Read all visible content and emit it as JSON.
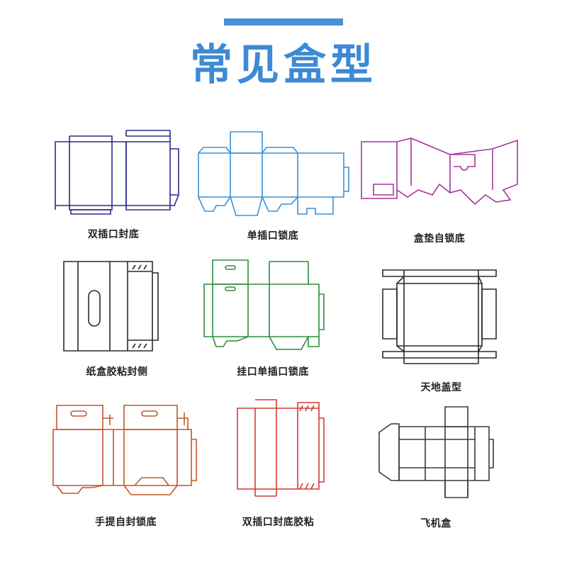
{
  "title": "常见盒型",
  "colors": {
    "accent": "#4a8fd6",
    "title": "#3d8ad4"
  },
  "boxes": [
    {
      "label": "双插口封底",
      "color": "#2b2a8c"
    },
    {
      "label": "单插口锁底",
      "color": "#3a90d6"
    },
    {
      "label": "盒垫自锁底",
      "color": "#a2379c"
    },
    {
      "label": "纸盒胶粘封侧",
      "color": "#2a2a2a"
    },
    {
      "label": "挂口单插口锁底",
      "color": "#2e8c3c"
    },
    {
      "label": "天地盖型",
      "color": "#2a2a2a"
    },
    {
      "label": "手提自封锁底",
      "color": "#c4552a"
    },
    {
      "label": "双插口封底胶粘",
      "color": "#d53a34"
    },
    {
      "label": "飞机盒",
      "color": "#3a3a3a"
    }
  ]
}
